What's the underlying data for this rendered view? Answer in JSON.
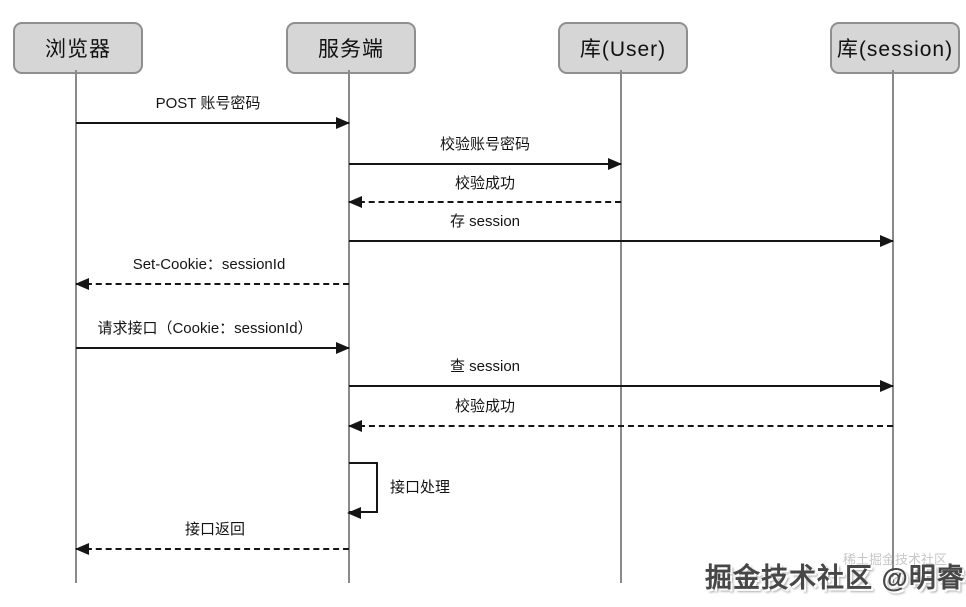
{
  "diagram": {
    "type": "sequence-diagram",
    "actors": [
      {
        "id": "browser",
        "label": "浏览器"
      },
      {
        "id": "server",
        "label": "服务端"
      },
      {
        "id": "user_db",
        "label": "库(User)"
      },
      {
        "id": "session_db",
        "label": "库(session)"
      }
    ],
    "messages": [
      {
        "label": "POST 账号密码",
        "from": "browser",
        "to": "server",
        "line": "solid"
      },
      {
        "label": "校验账号密码",
        "from": "server",
        "to": "user_db",
        "line": "solid"
      },
      {
        "label": "校验成功",
        "from": "user_db",
        "to": "server",
        "line": "dashed"
      },
      {
        "label": "存 session",
        "from": "server",
        "to": "session_db",
        "line": "solid"
      },
      {
        "label": "Set-Cookie：sessionId",
        "from": "server",
        "to": "browser",
        "line": "dashed"
      },
      {
        "label": "请求接口（Cookie：sessionId）",
        "from": "browser",
        "to": "server",
        "line": "solid"
      },
      {
        "label": "查 session",
        "from": "server",
        "to": "session_db",
        "line": "solid"
      },
      {
        "label": "校验成功",
        "from": "session_db",
        "to": "server",
        "line": "dashed"
      },
      {
        "label": "接口处理",
        "from": "server",
        "to": "server",
        "line": "self-loop"
      },
      {
        "label": "接口返回",
        "from": "server",
        "to": "browser",
        "line": "dashed"
      }
    ],
    "watermark": {
      "main": "掘金技术社区 @明睿",
      "faint": "稀土掘金技术社区"
    },
    "colors": {
      "background": "#ffffff",
      "actor_fill": "#d6d6d6",
      "actor_border": "#8f8f8f",
      "lifeline": "#8a8a8a",
      "arrow": "#151515",
      "watermark": "#474747"
    }
  }
}
